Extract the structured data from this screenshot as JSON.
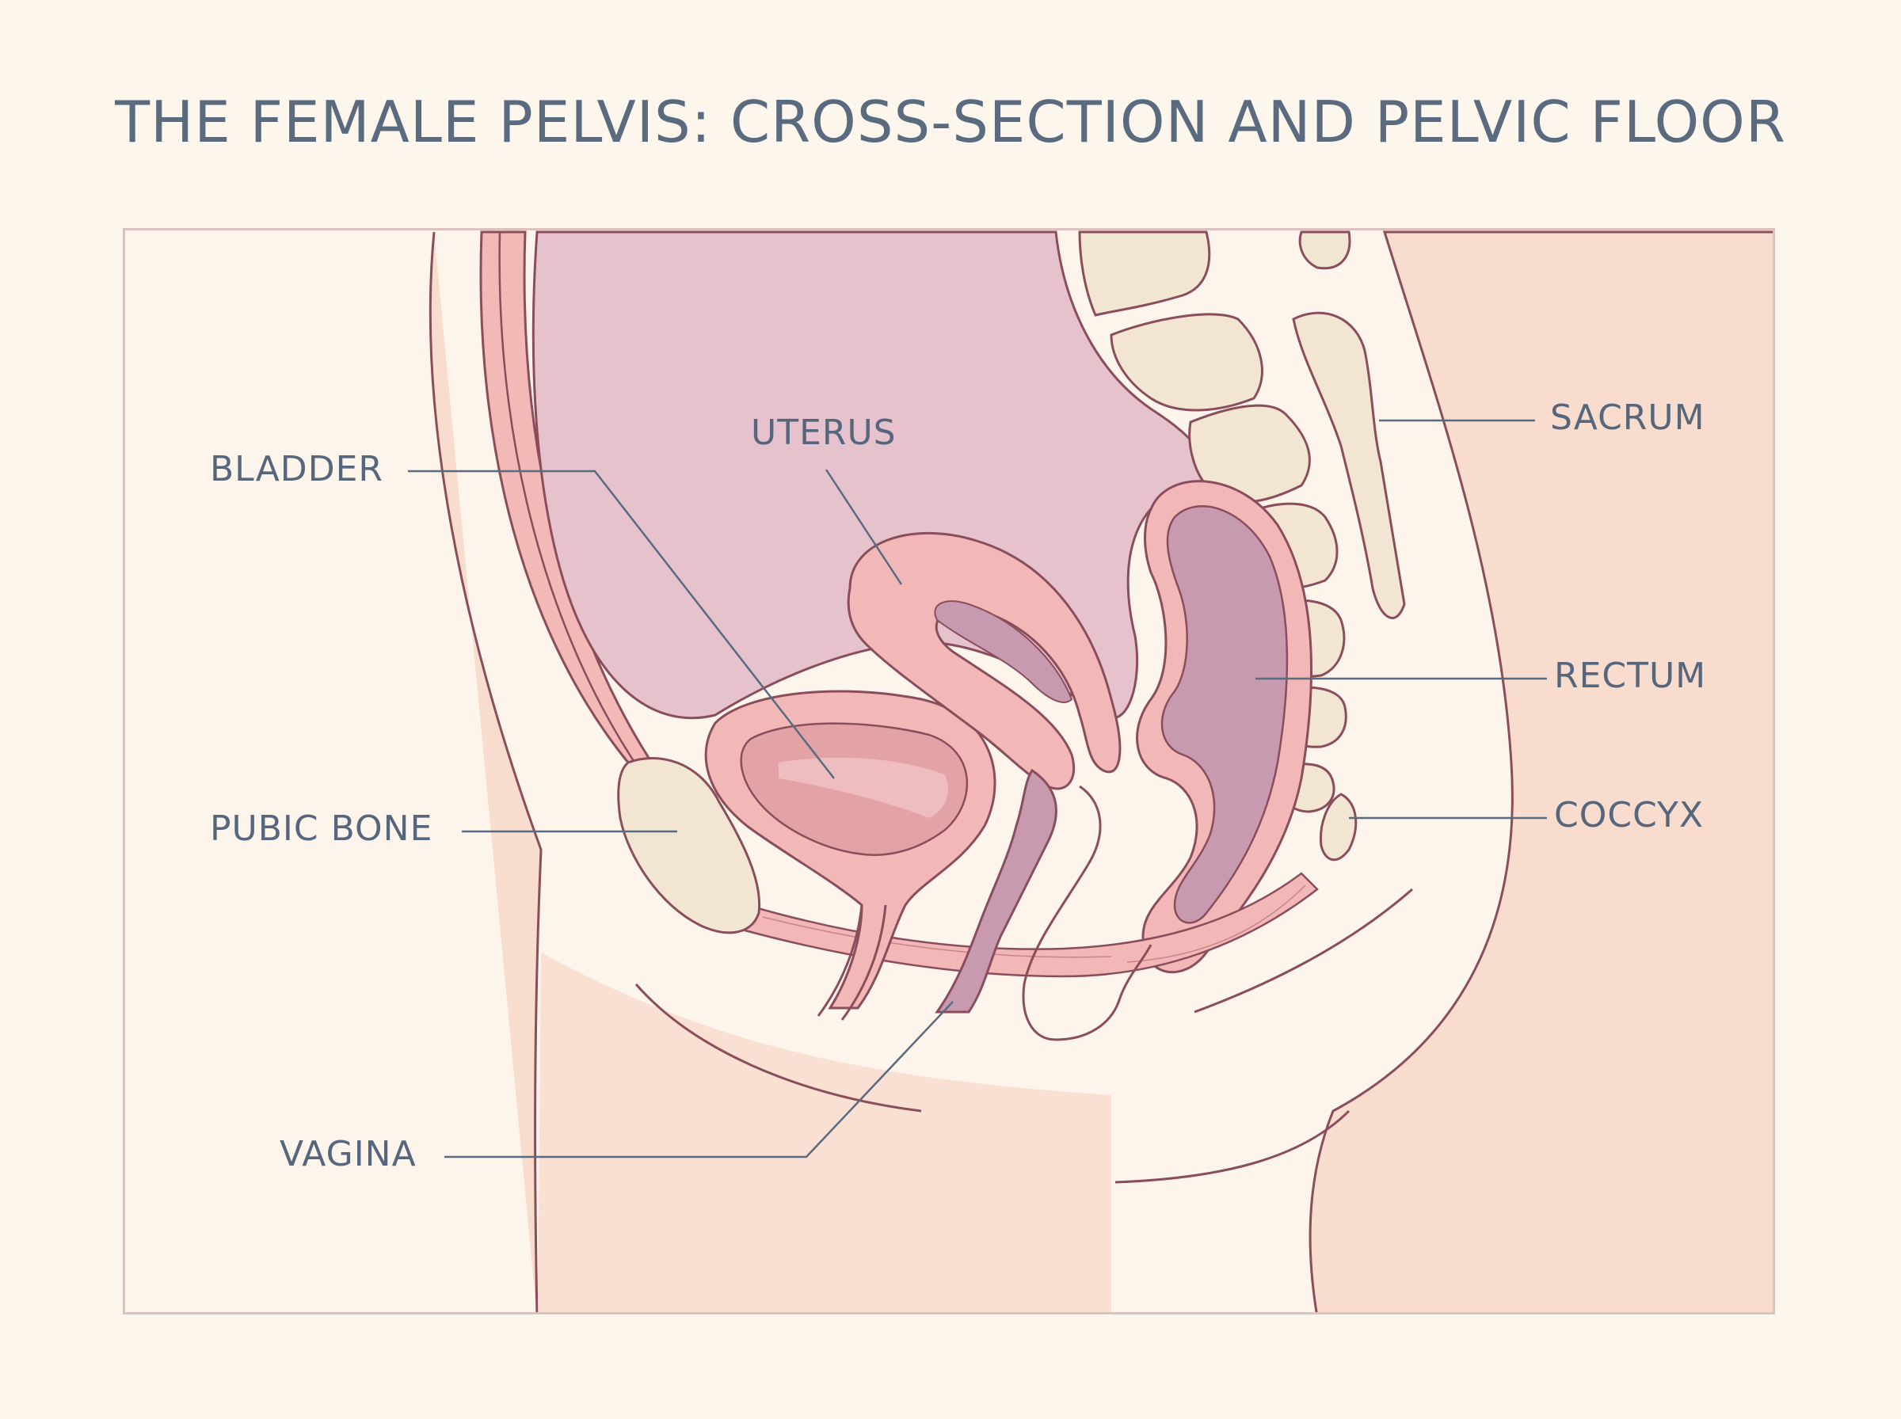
{
  "title": "THE FEMALE PELVIS: CROSS-SECTION AND PELVIC FLOOR",
  "labels": {
    "bladder": "BLADDER",
    "uterus": "UTERUS",
    "pubic_bone": "PUBIC BONE",
    "vagina": "VAGINA",
    "sacrum": "SACRUM",
    "rectum": "RECTUM",
    "coccyx": "COCCYX"
  },
  "colors": {
    "background": "#fdf6ec",
    "skin": "#f8dccd",
    "outline": "#8a4d5c",
    "cavity": "#e6c2cc",
    "bone": "#f2e6d3",
    "muscle": "#f2b7b7",
    "rectum": "#c79ab0",
    "label_text": "#56667d"
  }
}
